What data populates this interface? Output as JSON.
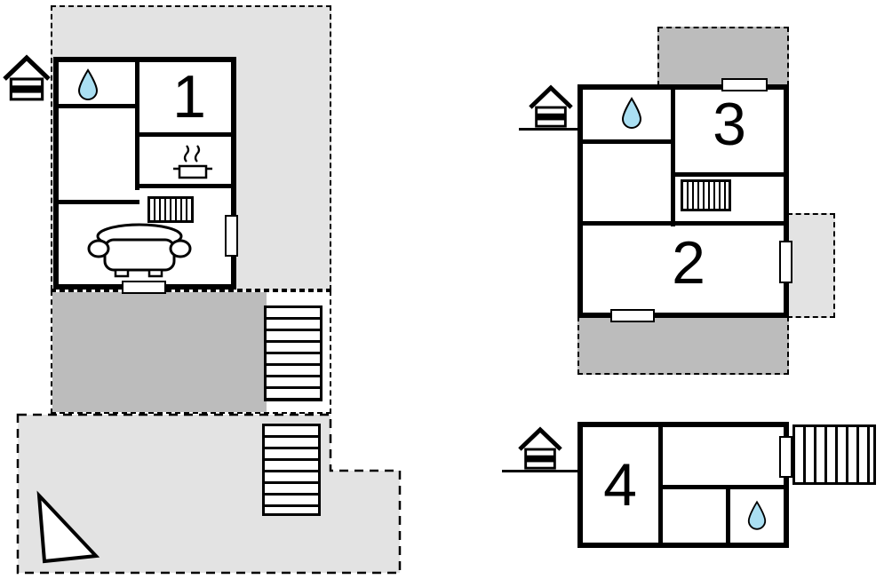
{
  "floorplan": {
    "units": [
      {
        "id": "apartment-1",
        "label": "1"
      },
      {
        "id": "apartment-2",
        "label": "2"
      },
      {
        "id": "apartment-3",
        "label": "3"
      },
      {
        "id": "apartment-4",
        "label": "4"
      }
    ]
  },
  "colors": {
    "outline": "#000000",
    "room_fill": "#ffffff",
    "area_light_gray": "#e3e3e3",
    "area_dark_gray": "#bcbcbc",
    "water_drop_blue": "#aadff2"
  },
  "icons": {
    "water_drop": "teardrop (bathroom)",
    "house_entrance": "house marker (entrance)",
    "radiator": "striped rectangle (radiator)",
    "stairs": "striped rectangle (staircase)",
    "sofa": "sofa (living room)",
    "pot_steam": "steaming pot (kitchen)",
    "north_arrow": "triangular direction arrow",
    "door_opening": "white rectangle on wall (door/window)"
  }
}
